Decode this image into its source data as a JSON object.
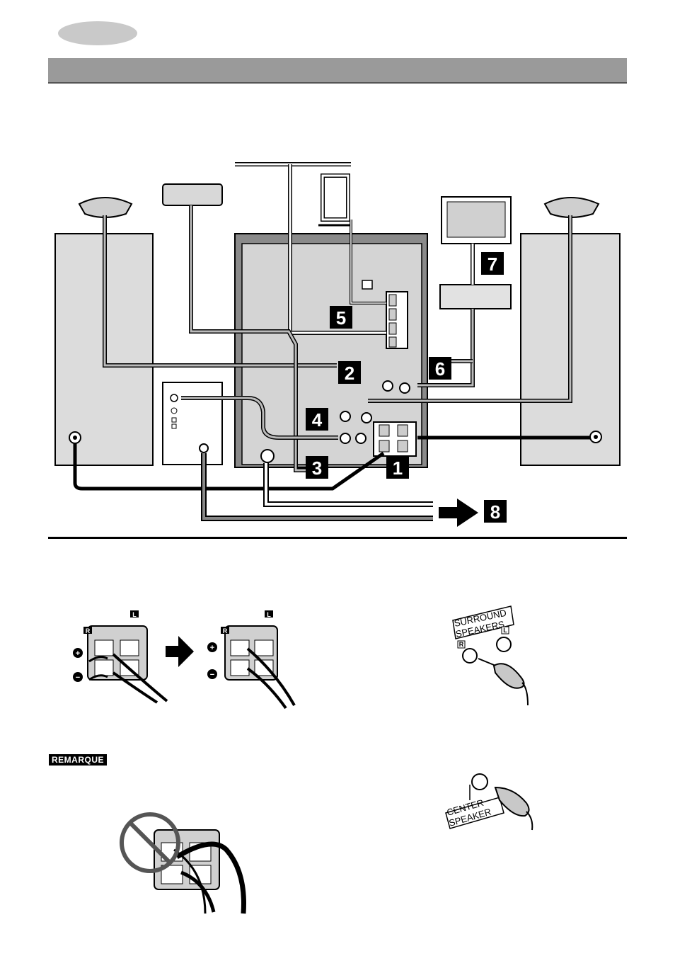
{
  "steps": {
    "s1": "1",
    "s2": "2",
    "s3": "3",
    "s4": "4",
    "s5": "5",
    "s6": "6",
    "s7": "7",
    "s8": "8"
  },
  "terminal_labels": {
    "right": "R",
    "left": "L",
    "plus": "+",
    "minus": "−"
  },
  "remarque": "REMARQUE",
  "surround_panel": {
    "line1": "SURROUND",
    "line2": "SPEAKERS",
    "right": "R",
    "left": "L"
  },
  "center_panel": {
    "line1": "CENTER",
    "line2": "SPEAKER"
  }
}
